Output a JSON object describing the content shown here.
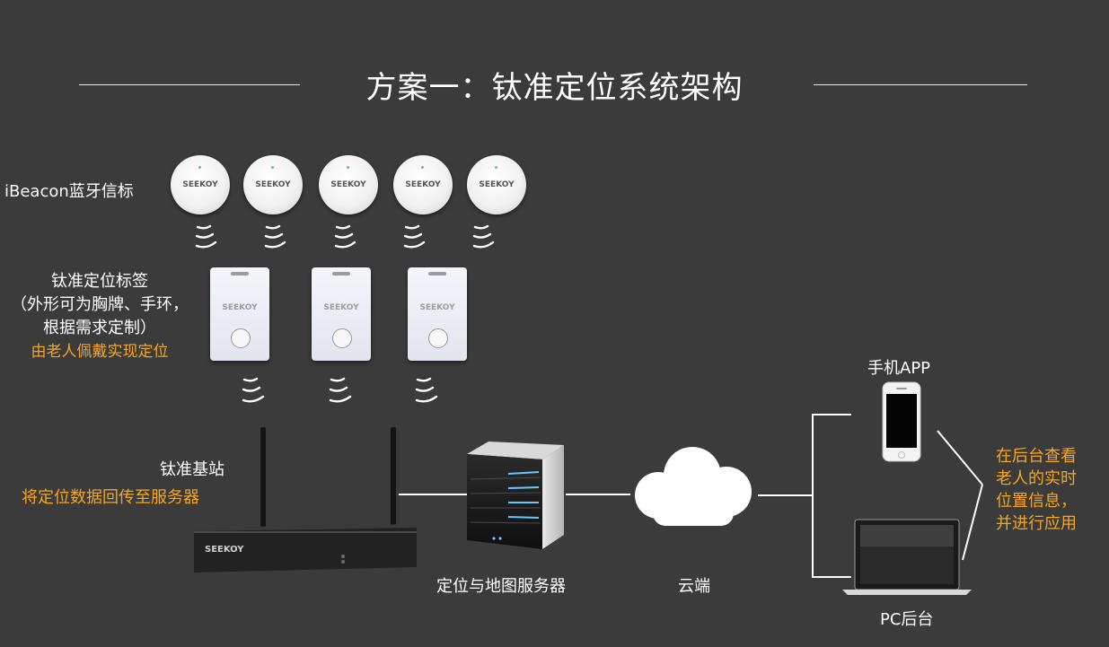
{
  "header": {
    "title": "方案一：钛准定位系统架构"
  },
  "beacons": {
    "label": "iBeacon蓝牙信标",
    "device_text": "SEEKOY",
    "count": 5
  },
  "tags": {
    "label_line1": "钛准定位标签",
    "label_line2": "（外形可为胸牌、手环，",
    "label_line3": "根据需求定制）",
    "note": "由老人佩戴实现定位",
    "device_text": "SEEKOY",
    "count": 3
  },
  "base_station": {
    "label": "钛准基站",
    "note": "将定位数据回传至服务器",
    "device_text": "SEEKOY"
  },
  "server": {
    "label": "定位与地图服务器"
  },
  "cloud": {
    "label": "云端"
  },
  "phone": {
    "label": "手机APP"
  },
  "pc": {
    "label": "PC后台"
  },
  "backend_note": {
    "line1": "在后台查看",
    "line2": "老人的实时",
    "line3": "位置信息，",
    "line4": "并进行应用"
  },
  "colors": {
    "background": "#3b3b3b",
    "accent": "#f5a623",
    "text": "#ffffff"
  },
  "icons": [
    "signal-wave-icon",
    "server-icon",
    "cloud-icon",
    "smartphone-icon",
    "laptop-icon",
    "base-station-icon",
    "beacon-icon",
    "tag-icon"
  ]
}
